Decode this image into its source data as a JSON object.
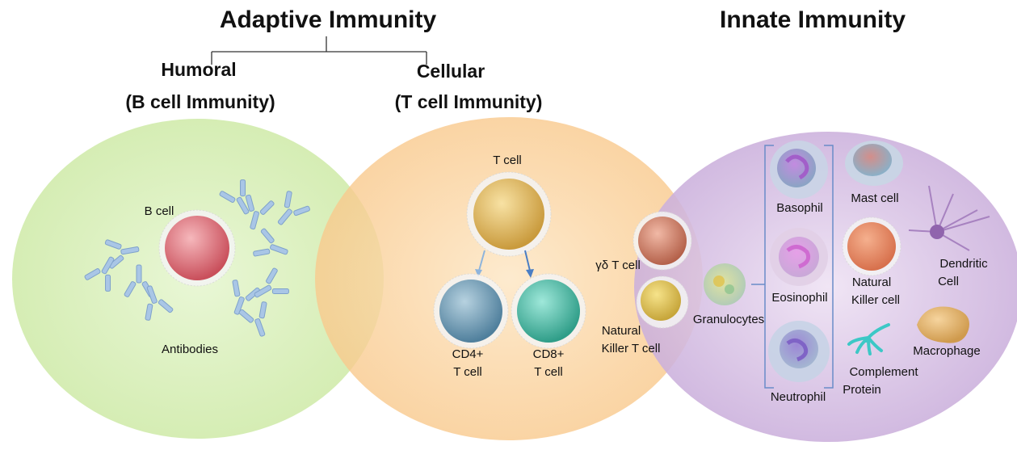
{
  "headings": {
    "adaptive": "Adaptive Immunity",
    "innate": "Innate Immunity",
    "humoral": "Humoral",
    "humoral_sub": "(B cell Immunity)",
    "cellular": "Cellular",
    "cellular_sub": "(T cell Immunity)"
  },
  "humoral_cells": {
    "b_cell": "B cell",
    "antibodies": "Antibodies"
  },
  "cellular_cells": {
    "t_cell": "T cell",
    "cd4_line1": "CD4+",
    "cd4_line2": "T cell",
    "cd8_line1": "CD8+",
    "cd8_line2": "T cell",
    "gd_t_cell": "γδ T cell",
    "nkt_line1": "Natural",
    "nkt_line2": "Killer T cell"
  },
  "innate_cells": {
    "granulocytes": "Granulocytes",
    "basophil": "Basophil",
    "eosinophil": "Eosinophil",
    "neutrophil": "Neutrophil",
    "mast_cell": "Mast cell",
    "nk_line1": "Natural",
    "nk_line2": "Killer cell",
    "dendritic_line1": "Dendritic",
    "dendritic_line2": "Cell",
    "macrophage": "Macrophage",
    "complement_line1": "Complement",
    "complement_line2": "Protein"
  },
  "colors": {
    "humoral_bg": "#dff3c4",
    "cellular_bg": "#fcd9a8",
    "innate_bg": "#ddc8e6",
    "b_cell": "#e7767f",
    "t_cell": "#ecc56a",
    "cd4": "#7da7c0",
    "cd8": "#4fc3ae",
    "gd_t": "#d98871",
    "antibody": "#a9c6e6",
    "arrow_light": "#8eb4dc",
    "arrow_dark": "#4a7ec4",
    "bracket": "#6a8cc8"
  }
}
